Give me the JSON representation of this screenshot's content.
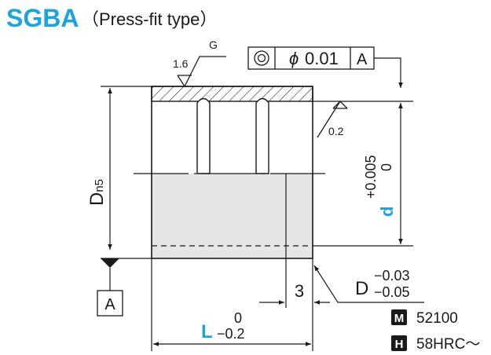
{
  "header": {
    "part_code": "SGBA",
    "part_subtitle": "（Press-fit type）"
  },
  "colors": {
    "accent": "#1ca3e0",
    "line": "#1a1a1a",
    "shade": "#e6e6e6"
  },
  "surface_finish_top": {
    "roughness": "1.6",
    "process": "G"
  },
  "surface_finish_side": {
    "roughness": "0.2"
  },
  "tolerance_frame": {
    "symbol_icon": "concentricity-icon",
    "diameter_symbol": "ϕ",
    "value": "0.01",
    "datum": "A"
  },
  "datum_label": "A",
  "dim_outer": {
    "label": "D",
    "subscript": "n5"
  },
  "dim_inner": {
    "label": "d",
    "tol_upper": "+0.005",
    "tol_lower": "0"
  },
  "dim_chamfer_len": "3",
  "dim_flange": {
    "label": "D",
    "tol_upper": "−0.03",
    "tol_lower": "−0.05"
  },
  "dim_length": {
    "label": "L",
    "tol_upper": "0",
    "tol_lower": "−0.2"
  },
  "material": {
    "badge": "M",
    "value": "52100"
  },
  "hardness": {
    "badge": "H",
    "value": "58HRC～"
  }
}
